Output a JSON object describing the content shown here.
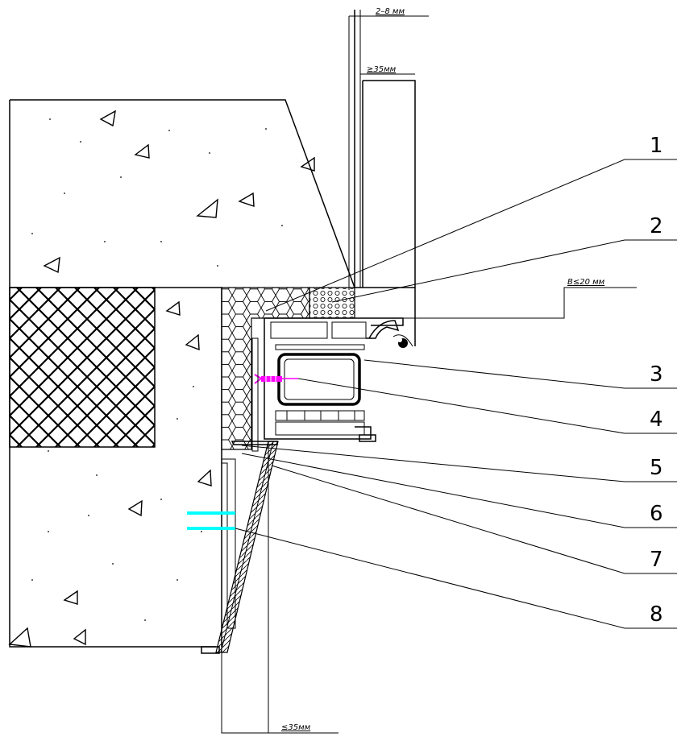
{
  "dimensions": {
    "gap": "2–8 мм",
    "min_depth": "≥35мм",
    "max_width": "В≤20 мм",
    "max_overhang": "≤35мм"
  },
  "callouts": [
    {
      "label": "1"
    },
    {
      "label": "2"
    },
    {
      "label": "3"
    },
    {
      "label": "4"
    },
    {
      "label": "5"
    },
    {
      "label": "6"
    },
    {
      "label": "7"
    },
    {
      "label": "8"
    }
  ],
  "colors": {
    "line": "#000000",
    "anchor_screw": "#ff00ff",
    "fasteners": "#00ffff"
  }
}
